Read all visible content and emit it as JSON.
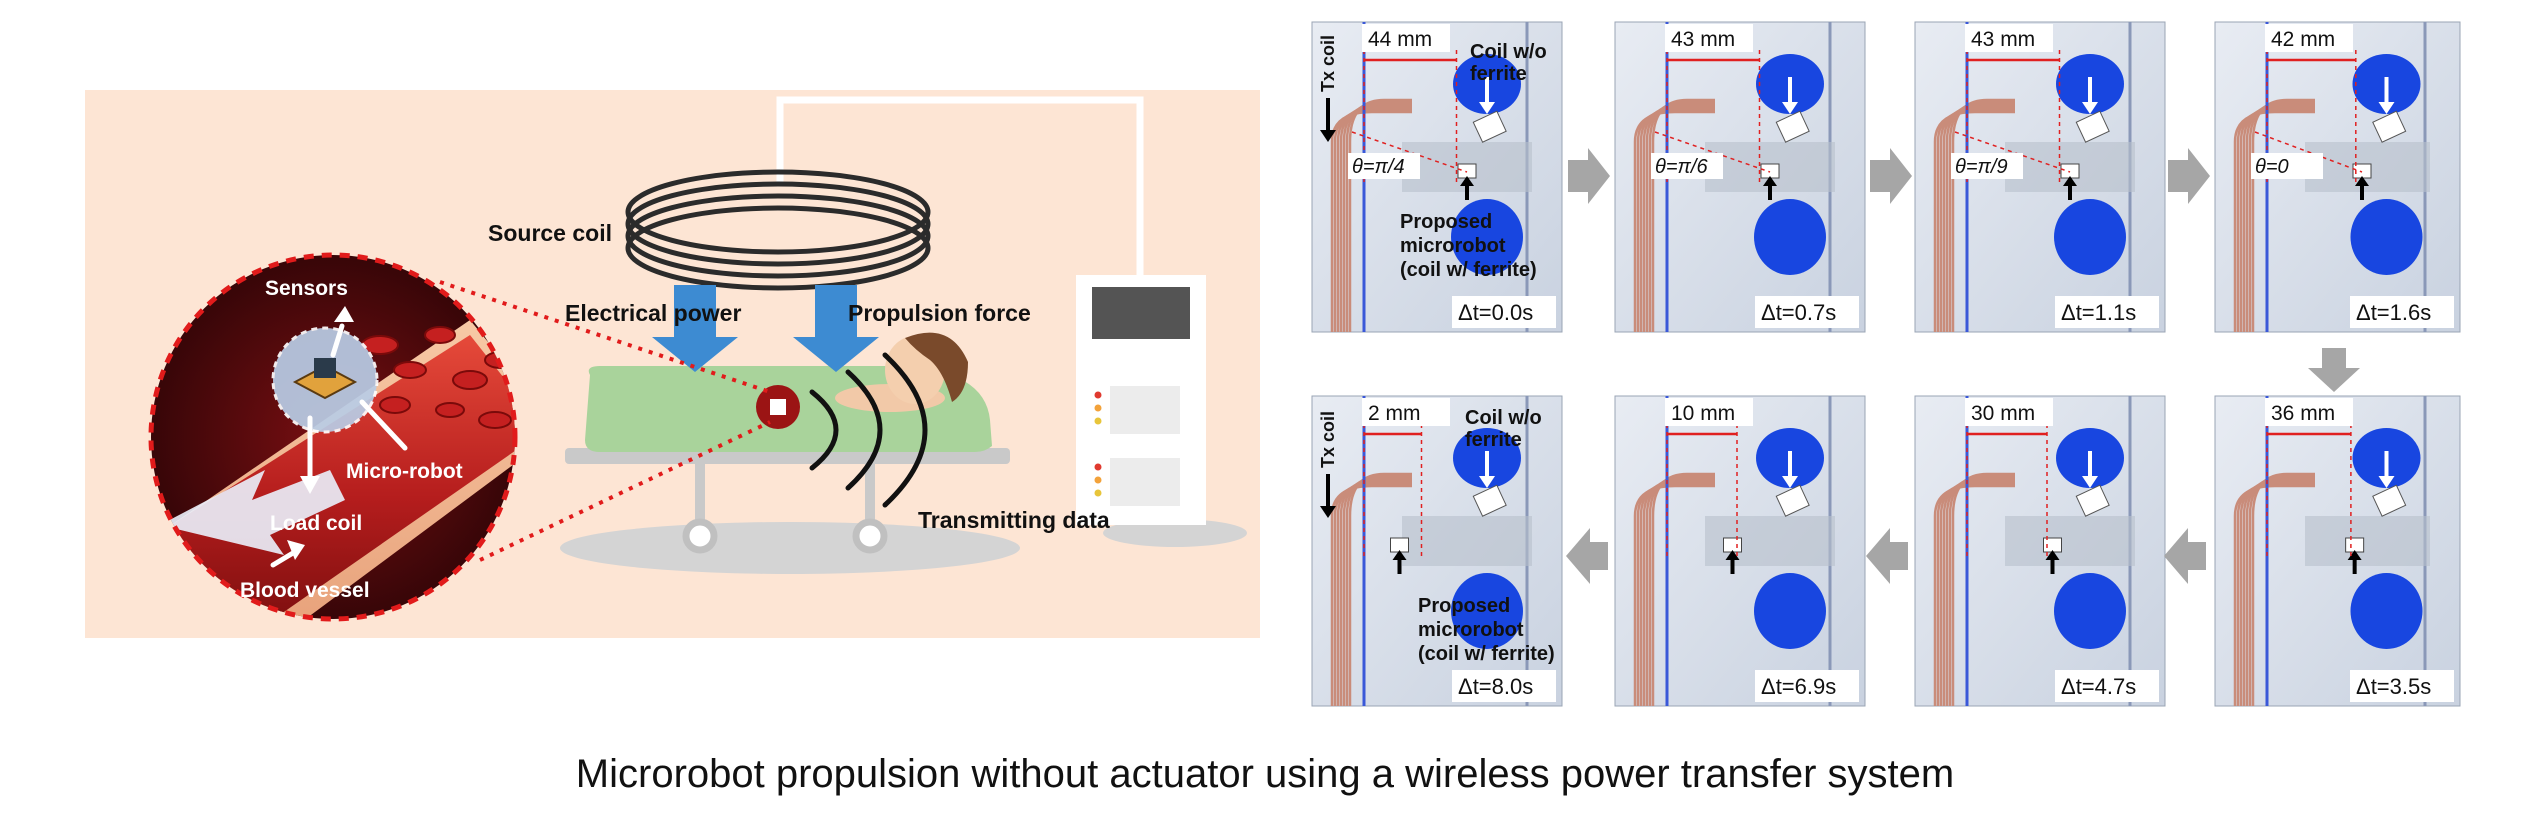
{
  "caption": "Microrobot propulsion without actuator using a wireless power transfer system",
  "left": {
    "labels": {
      "source_coil": "Source coil",
      "electrical_power": "Electrical power",
      "propulsion_force": "Propulsion force",
      "transmitting_data": "Transmitting data"
    },
    "inset": {
      "sensors": "Sensors",
      "micro_robot": "Micro-robot",
      "load_coil": "Load coil",
      "blood_vessel": "Blood vessel"
    },
    "colors": {
      "panel_bg": "#fde5d4",
      "arrow": "#3d8bd2",
      "bed": "#a9d39b",
      "vessel": "#b81818"
    }
  },
  "photos": {
    "tx_coil": "Tx coil",
    "coil_without_ferrite": [
      "Coil w/o",
      "ferrite"
    ],
    "proposed": [
      "Proposed",
      "microrobot",
      "(coil w/ ferrite)"
    ],
    "frames": [
      {
        "dist": "44 mm",
        "theta": "θ=π/4",
        "dt": "Δt=0.0s"
      },
      {
        "dist": "43 mm",
        "theta": "θ=π/6",
        "dt": "Δt=0.7s"
      },
      {
        "dist": "43 mm",
        "theta": "θ=π/9",
        "dt": "Δt=1.1s"
      },
      {
        "dist": "42 mm",
        "theta": "θ=0",
        "dt": "Δt=1.6s"
      },
      {
        "dist": "36 mm",
        "theta": "",
        "dt": "Δt=3.5s"
      },
      {
        "dist": "30 mm",
        "theta": "",
        "dt": "Δt=4.7s"
      },
      {
        "dist": "10 mm",
        "theta": "",
        "dt": "Δt=6.9s"
      },
      {
        "dist": "2 mm",
        "theta": "",
        "dt": "Δt=8.0s"
      }
    ],
    "colors": {
      "disc": "#1846e0",
      "flow_arrow": "#a6a6a6",
      "dim_line": "#e02020"
    }
  }
}
